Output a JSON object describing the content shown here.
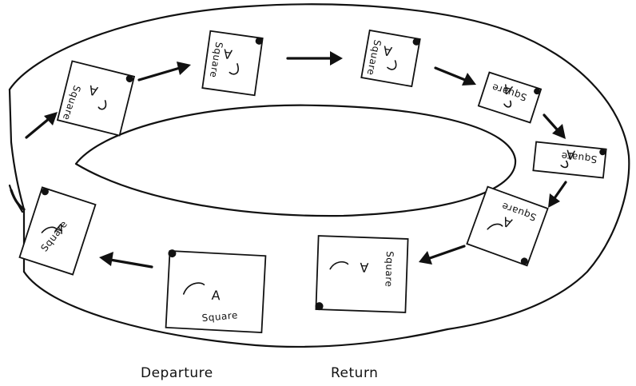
{
  "captions": {
    "departure": "Departure",
    "return": "Return"
  },
  "card_letter": "A",
  "card_word": "Square"
}
